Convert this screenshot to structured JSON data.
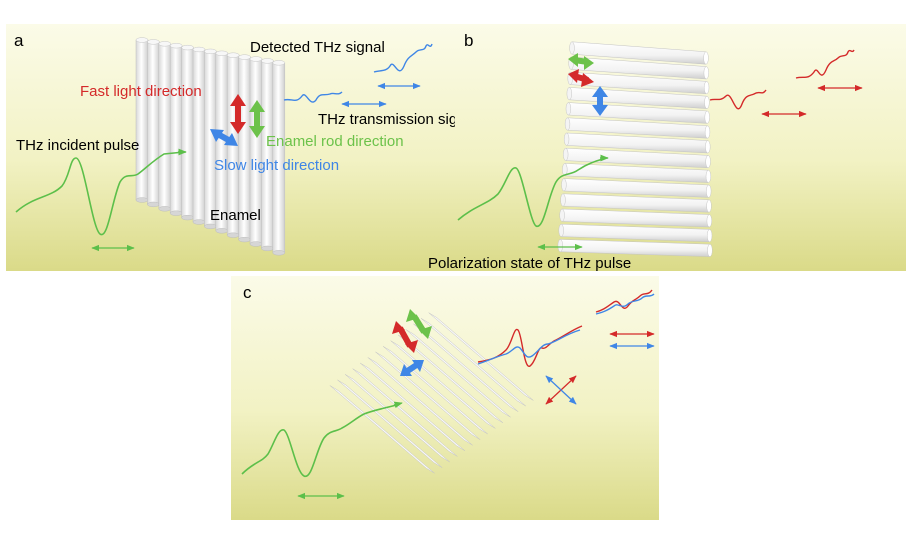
{
  "panels": {
    "a": {
      "letter": "a",
      "detected_signal": "Detected THz signal",
      "transmission_signal": "THz transmission signal",
      "fast_light": "Fast light direction",
      "enamel_rod": "Enamel rod direction",
      "slow_light": "Slow light direction",
      "incident_pulse": "THz incident pulse",
      "enamel": "Enamel"
    },
    "b": {
      "letter": "b",
      "polarization": "Polarization state of THz pulse"
    },
    "c": {
      "letter": "c"
    }
  },
  "colors": {
    "fast": "#d42a2a",
    "enamel_rod": "#6cc24a",
    "slow": "#3f86e6",
    "incident": "#5cbf4a",
    "text": "#000000",
    "panel_top": "#fbfbe6",
    "panel_bottom": "#dede8a"
  }
}
